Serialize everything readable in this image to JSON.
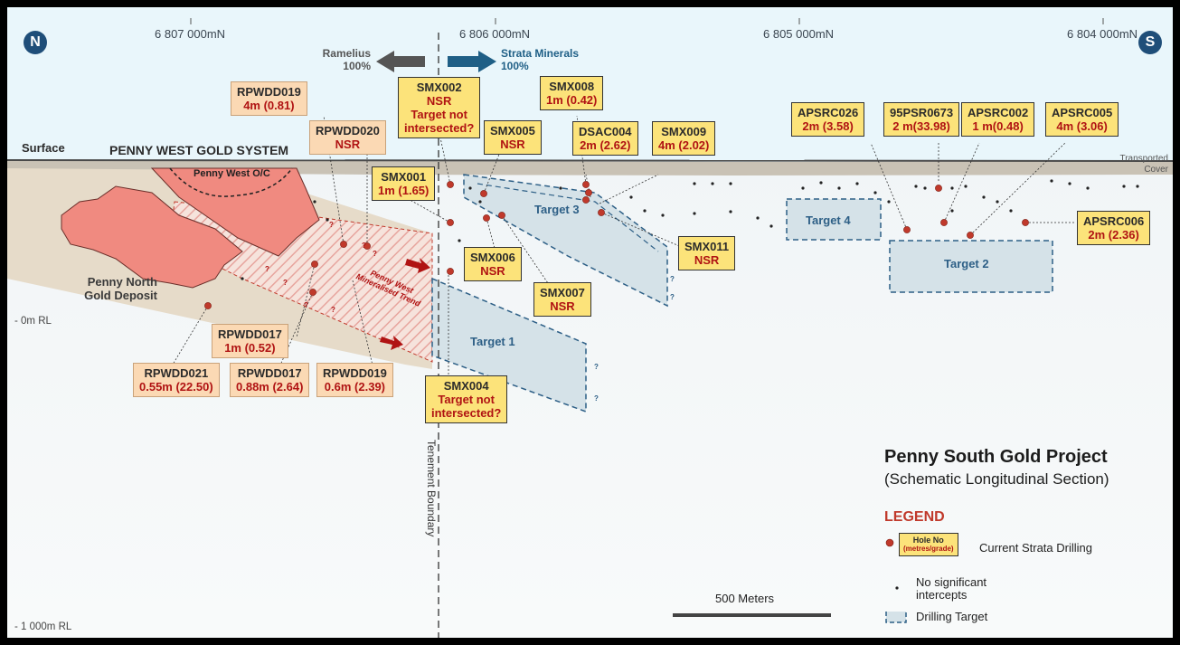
{
  "compass": {
    "north": "N",
    "south": "S"
  },
  "northings": [
    "6 807 000mN",
    "6 806 000mN",
    "6 805 000mN",
    "6 804 000mN"
  ],
  "rl_labels": {
    "zero": "- 0m RL",
    "minus1000": "- 1 000m RL"
  },
  "ownership": {
    "left_name": "Ramelius",
    "left_pct": "100%",
    "right_name": "Strata Minerals",
    "right_pct": "100%",
    "left_color": "#555555",
    "right_color": "#1f5f86"
  },
  "surface_label": "Surface",
  "system_label": "PENNY WEST GOLD SYSTEM",
  "open_cut_label": "Penny West O/C",
  "deposit_label": [
    "Penny North",
    "Gold Deposit"
  ],
  "trend_label": [
    "Penny West",
    "Mineralised Trend"
  ],
  "transported_cover": [
    "Transported",
    "Cover"
  ],
  "tenement_boundary": "Tenement Boundary",
  "targets": [
    "Target 1",
    "Target 2",
    "Target 3",
    "Target 4"
  ],
  "holes": [
    {
      "id": "SMX002",
      "lines": [
        "NSR",
        "Target not",
        "intersected?"
      ],
      "style": "yellow"
    },
    {
      "id": "SMX001",
      "lines": [
        "1m (1.65)"
      ],
      "style": "yellow"
    },
    {
      "id": "SMX005",
      "lines": [
        "NSR"
      ],
      "style": "yellow"
    },
    {
      "id": "SMX008",
      "lines": [
        "1m (0.42)"
      ],
      "style": "yellow"
    },
    {
      "id": "DSAC004",
      "lines": [
        "2m (2.62)"
      ],
      "style": "yellow"
    },
    {
      "id": "SMX009",
      "lines": [
        "4m (2.02)"
      ],
      "style": "yellow"
    },
    {
      "id": "SMX006",
      "lines": [
        "NSR"
      ],
      "style": "yellow"
    },
    {
      "id": "SMX007",
      "lines": [
        "NSR"
      ],
      "style": "yellow"
    },
    {
      "id": "SMX011",
      "lines": [
        "NSR"
      ],
      "style": "yellow"
    },
    {
      "id": "SMX004",
      "lines": [
        "Target not",
        "intersected?"
      ],
      "style": "yellow"
    },
    {
      "id": "APSRC026",
      "lines": [
        "2m (3.58)"
      ],
      "style": "yellow"
    },
    {
      "id": "95PSR0673",
      "lines": [
        "2 m(33.98)"
      ],
      "style": "yellow"
    },
    {
      "id": "APSRC002",
      "lines": [
        "1 m(0.48)"
      ],
      "style": "yellow"
    },
    {
      "id": "APSRC005",
      "lines": [
        "4m (3.06)"
      ],
      "style": "yellow"
    },
    {
      "id": "APSRC006",
      "lines": [
        "2m (2.36)"
      ],
      "style": "yellow"
    },
    {
      "id": "RPWDD019",
      "lines": [
        "4m (0.81)"
      ],
      "style": "peach"
    },
    {
      "id": "RPWDD020",
      "lines": [
        "NSR"
      ],
      "style": "peach"
    },
    {
      "id": "RPWDD017",
      "lines": [
        "1m (0.52)"
      ],
      "style": "peach"
    },
    {
      "id": "RPWDD021",
      "lines": [
        "0.55m (22.50)"
      ],
      "style": "peach"
    },
    {
      "id": "RPWDD017",
      "lines": [
        "0.88m (2.64)"
      ],
      "style": "peach"
    },
    {
      "id": "RPWDD019",
      "lines": [
        "0.6m (2.39)"
      ],
      "style": "peach"
    }
  ],
  "title": "Penny South Gold Project",
  "subtitle": "(Schematic Longitudinal Section)",
  "legend": {
    "heading": "LEGEND",
    "key_box_title": "Hole No",
    "key_box_sub": "(metres/grade)",
    "current_drilling": "Current Strata Drilling",
    "nsi": [
      "No significant",
      "intercepts"
    ],
    "drilling_target": "Drilling Target"
  },
  "scale_bar": "500 Meters",
  "colors": {
    "sky": "#e9f6fb",
    "deposit": "#f08a80",
    "host": "#e6dbc9",
    "target": "#d5e2e8",
    "target_border": "#2d5f86",
    "hole": "#c0392b",
    "label_yellow": "#fce37a",
    "label_peach": "#fbd9b4"
  }
}
